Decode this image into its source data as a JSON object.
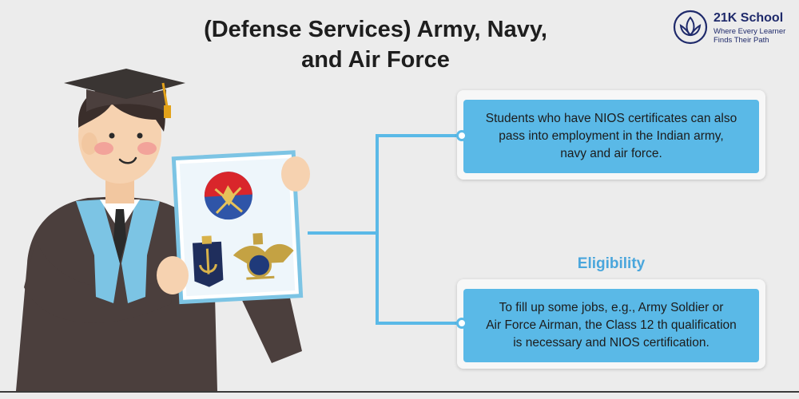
{
  "title": {
    "line1": "(Defense Services) Army, Navy,",
    "line2": "and Air Force"
  },
  "logo": {
    "name": "21K School",
    "tagline_line1": "Where Every Learner",
    "tagline_line2": "Finds Their Path"
  },
  "cards": [
    {
      "text_lines": [
        "Students who have NIOS certificates can also",
        "pass into employment in the Indian army,",
        "navy and air force."
      ]
    },
    {
      "heading": "Eligibility",
      "text_lines": [
        "To fill up some jobs, e.g., Army Soldier or",
        "Air Force Airman, the Class 12 th qualification",
        "is necessary and NIOS certification."
      ]
    }
  ],
  "colors": {
    "accent_blue": "#5ab9e7",
    "heading_blue": "#4aa6dc",
    "logo_navy": "#1f2a6b",
    "gown": "#4b3f3d",
    "stole": "#7cc4e4",
    "background": "#ececec"
  },
  "icons": [
    "lotus-logo-icon",
    "army-emblem-icon",
    "navy-emblem-icon",
    "air-force-emblem-icon"
  ]
}
